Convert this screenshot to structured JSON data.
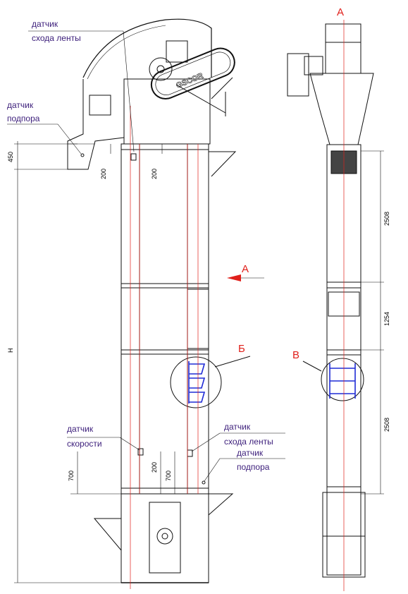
{
  "labels": {
    "belt_top_1": "датчик",
    "belt_top_2": "схода ленты",
    "press_top_1": "датчик",
    "press_top_2": "подпора",
    "speed_1": "датчик",
    "speed_2": "скорости",
    "belt_bot_1": "датчик",
    "belt_bot_2": "схода ленты",
    "press_bot_1": "датчик",
    "press_bot_2": "подпора"
  },
  "letters": {
    "view_a_top": "А",
    "view_a_arrow": "А",
    "detail_b": "Б",
    "detail_v": "В"
  },
  "logo": "GSCOR",
  "dimensions": {
    "d450": "450",
    "d200_left": "200",
    "d200_right": "200",
    "h": "H",
    "d700_left": "700",
    "d200_bottom": "200",
    "d700_right": "700",
    "d2508_top": "2508",
    "d1254": "1254",
    "d2508_bottom": "2508"
  },
  "colors": {
    "line": "#111111",
    "accent_red": "#e0201b",
    "label_purple": "#3b1d7a",
    "belt_blue": "#1f2bd6"
  }
}
